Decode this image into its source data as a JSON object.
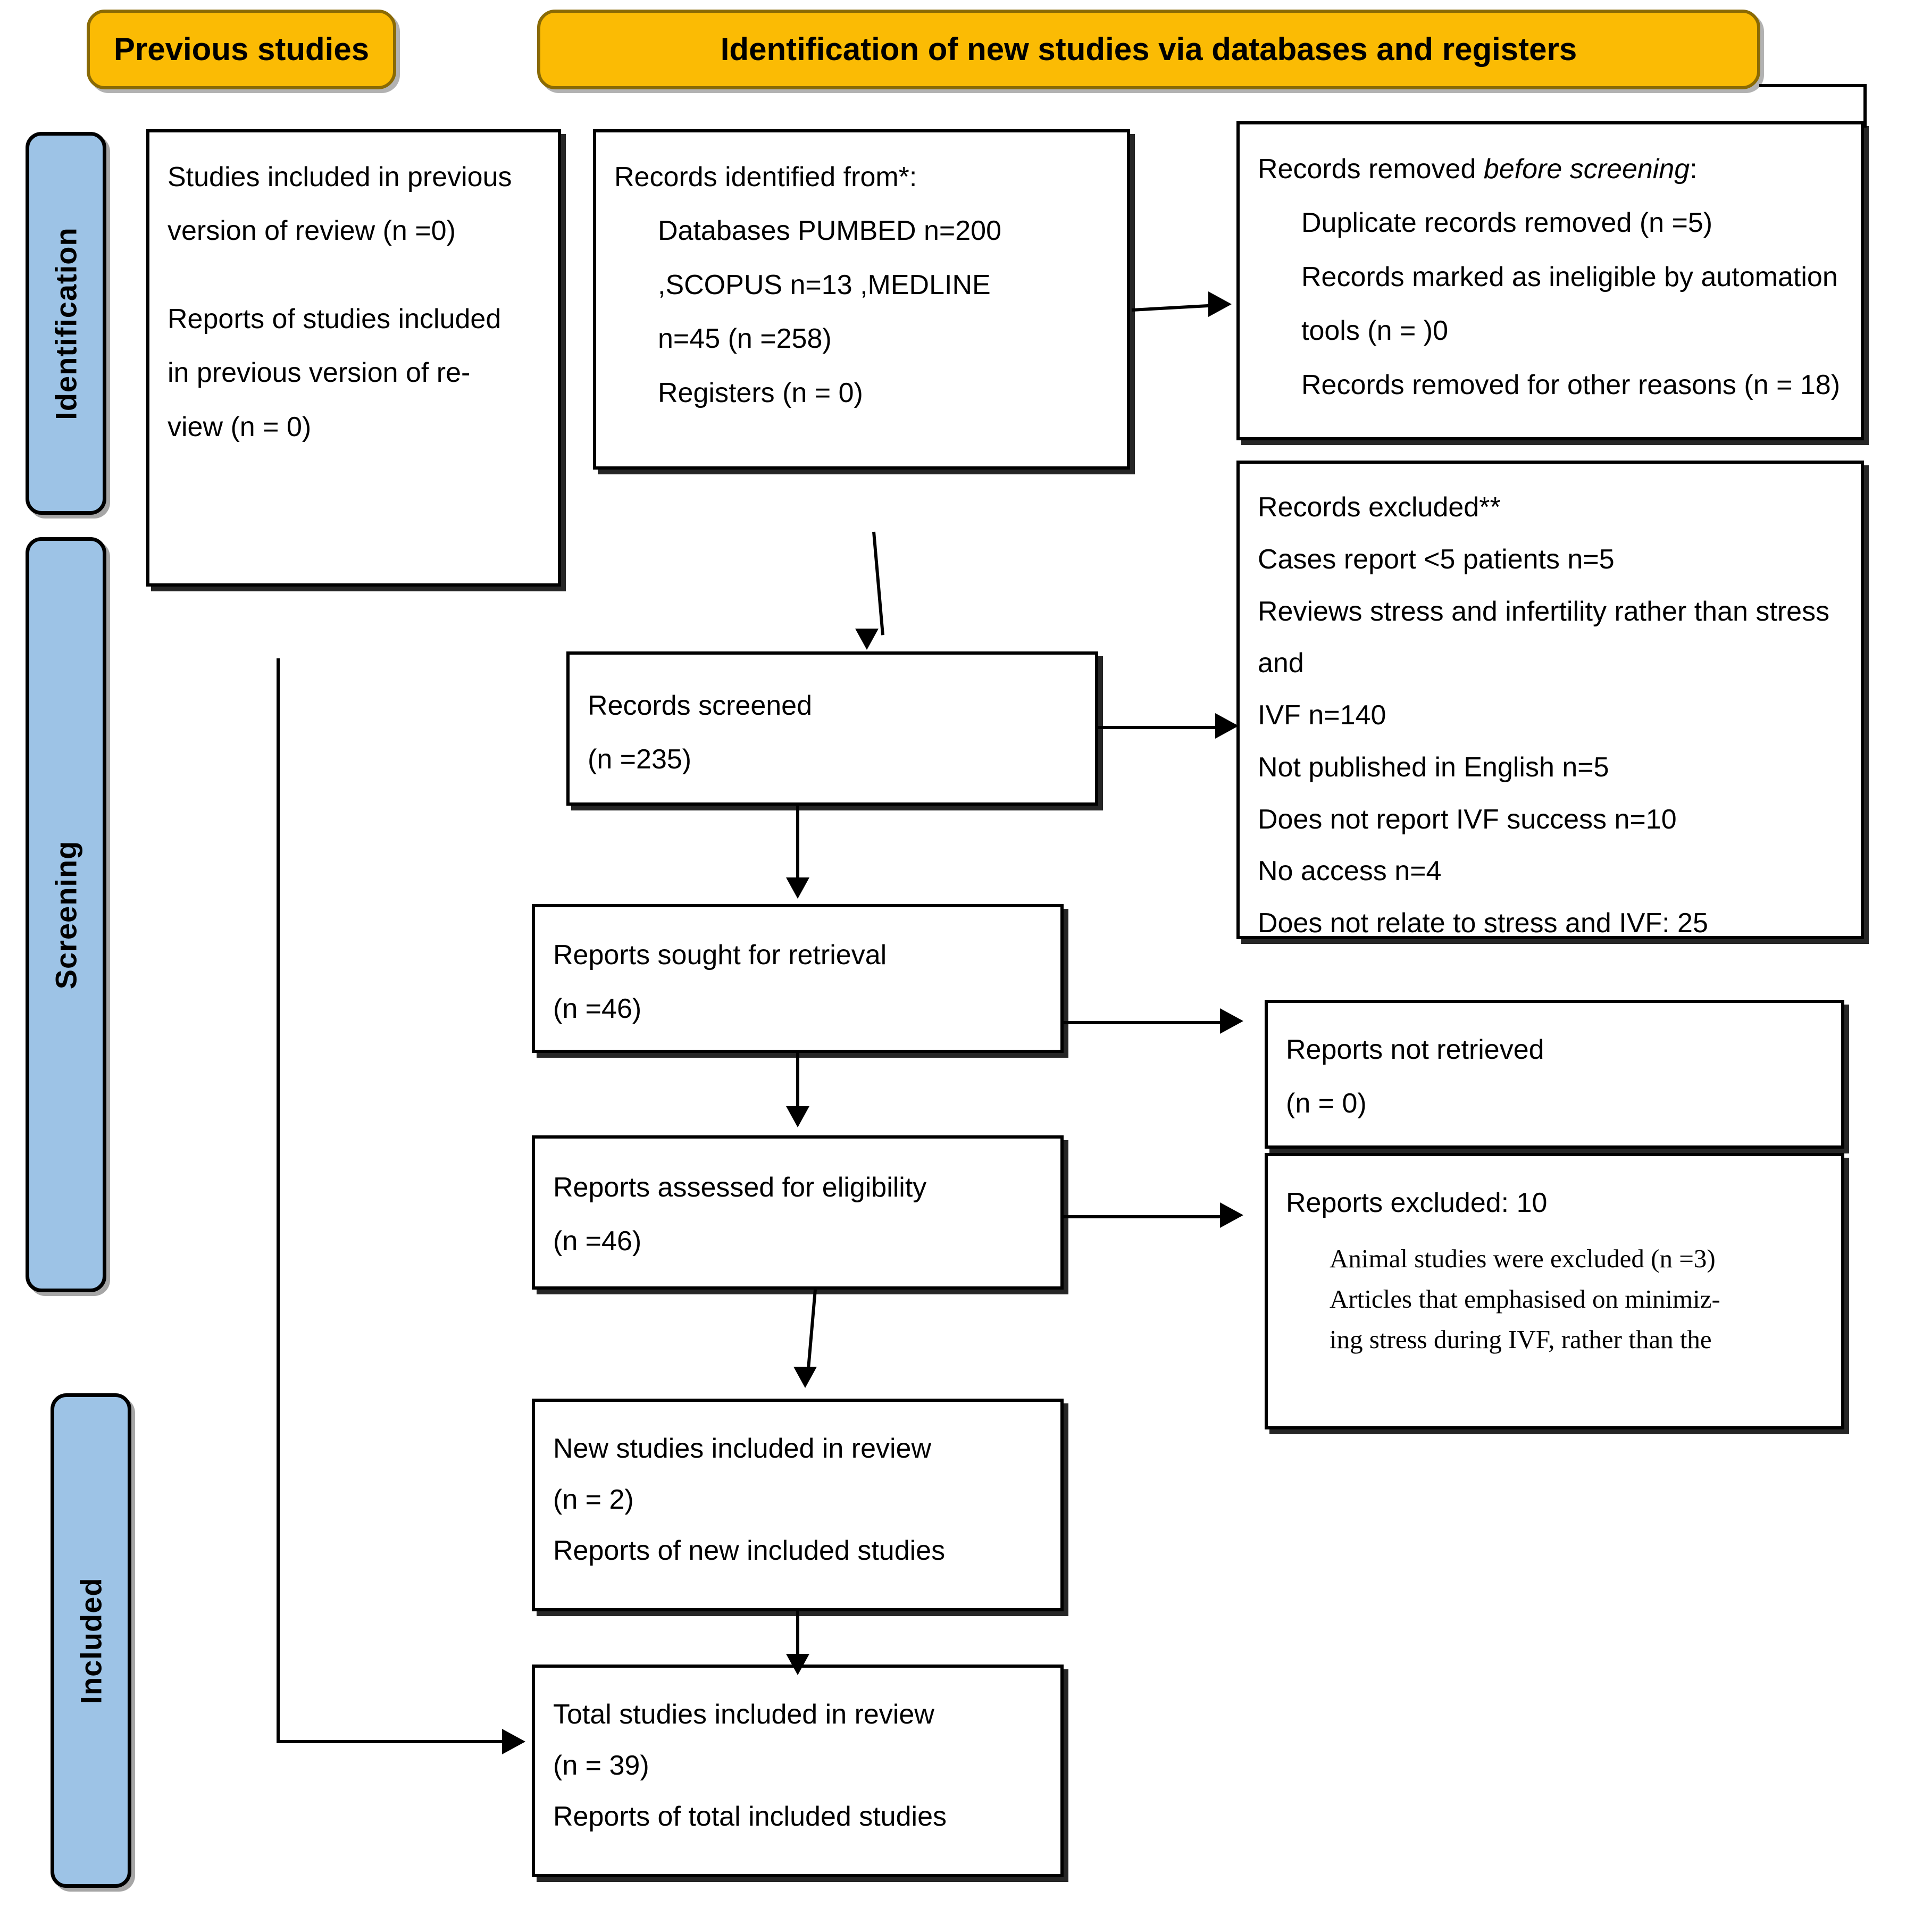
{
  "colors": {
    "banner_fill": "#FBBB04",
    "banner_border": "#8A6A04",
    "rail_fill": "#9DC3E6",
    "rail_border": "#000000",
    "box_border": "#000000"
  },
  "banners": {
    "previous_studies": "Previous studies",
    "new_identification": "Identification of new studies via databases and registers"
  },
  "rails": {
    "identification": "Identification",
    "screening": "Screening",
    "included": "Included"
  },
  "boxes": {
    "previous_included": {
      "line1": "Studies included in previous",
      "line2": "version of review (n =0)",
      "line3": "Reports of studies included",
      "line4": "in previous version of re-",
      "line5": "view (n = 0)"
    },
    "records_identified": {
      "line1": "Records identified from*:",
      "line2": "Databases PUMBED n=200",
      "line3": ",SCOPUS n=13    ,MEDLINE",
      "line4": "n=45 (n =258)",
      "line5": "Registers (n = 0)"
    },
    "records_removed": {
      "title_plain": "Records removed ",
      "title_italic": "before screening",
      "title_colon": ":",
      "line1": "Duplicate records removed (n =5)",
      "line2": "Records marked as ineligible by automation",
      "line3": "tools (n = )0",
      "line4": "Records removed for other reasons (n = 18)"
    },
    "records_excluded": {
      "line1": "Records excluded**",
      "line2": "Cases report <5 patients n=5",
      "line3": "Reviews stress and infertility rather than stress and",
      "line4": "IVF n=140",
      "line5": "Not published in English n=5",
      "line6": "Does not report IVF success n=10",
      "line7": "No access n=4",
      "line8": "Does not relate to stress and IVF: 25"
    },
    "records_screened": {
      "line1": "Records screened",
      "line2": "(n =235)"
    },
    "reports_sought": {
      "line1": "Reports sought for retrieval",
      "line2": "(n =46)"
    },
    "reports_not_retrieved": {
      "line1": "Reports not retrieved",
      "line2": "(n = 0)"
    },
    "reports_assessed": {
      "line1": "Reports assessed for eligibility",
      "line2": "(n =46)"
    },
    "reports_excluded": {
      "line1": "Reports excluded: 10",
      "line2": "Animal studies were excluded (n =3)",
      "line3": "Articles that emphasised on minimiz-",
      "line4": "ing stress during IVF, rather than the"
    },
    "new_studies_included": {
      "line1": "New studies included in review",
      "line2": "(n = 2)",
      "line3": "Reports of new included studies"
    },
    "total_studies_included": {
      "line1": "Total studies included in review",
      "line2": "(n = 39)",
      "line3": "Reports of total included studies"
    }
  }
}
